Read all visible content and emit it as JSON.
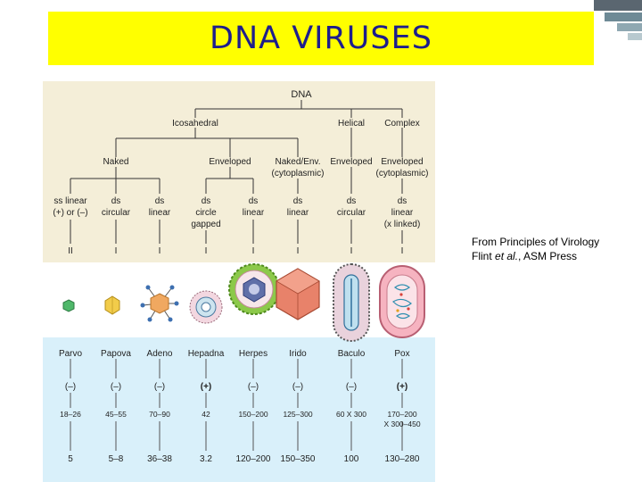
{
  "title": "DNA VIRUSES",
  "credit": {
    "line1": "From Principles of Virology",
    "line2_prefix": "Flint ",
    "line2_italic": "et al.",
    "line2_suffix": ",  ASM Press"
  },
  "tree": {
    "root": "DNA",
    "level1": [
      "Icosahedral",
      "Helical",
      "Complex"
    ],
    "level2": [
      "Naked",
      "Enveloped",
      "Naked/Env.",
      "(cytoplasmic)",
      "Enveloped",
      "Enveloped",
      "(cytoplasmic)"
    ],
    "genomes": [
      [
        "ss linear",
        "(+) or (–)"
      ],
      [
        "ds",
        "circular"
      ],
      [
        "ds",
        "linear"
      ],
      [
        "ds",
        "circle",
        "gapped"
      ],
      [
        "ds",
        "linear"
      ],
      [
        "ds",
        "linear"
      ],
      [
        "ds",
        "circular"
      ],
      [
        "ds",
        "linear",
        "(x linked)"
      ]
    ],
    "classes": [
      "II",
      "I",
      "I",
      "I",
      "I",
      "I",
      "I",
      "I"
    ]
  },
  "families": [
    "Parvo",
    "Papova",
    "Adeno",
    "Hepadna",
    "Herpes",
    "Irido",
    "Baculo",
    "Pox"
  ],
  "senses": [
    "(–)",
    "(–)",
    "(–)",
    "(+)",
    "(–)",
    "(–)",
    "(–)",
    "(+)"
  ],
  "sizes": [
    [
      "18–26"
    ],
    [
      "45–55"
    ],
    [
      "70–90"
    ],
    [
      "42"
    ],
    [
      "150–200"
    ],
    [
      "125–300"
    ],
    [
      "60 X 300"
    ],
    [
      "170–200",
      "X 300–450"
    ]
  ],
  "genome_kb": [
    "5",
    "5–8",
    "36–38",
    "3.2",
    "120–200",
    "150–350",
    "100",
    "130–280"
  ],
  "colors": {
    "title_bg": "#ffff00",
    "title_text": "#1e1e8c",
    "tree_bg": "#f4eed8",
    "table_bg": "#d9f0fa"
  }
}
